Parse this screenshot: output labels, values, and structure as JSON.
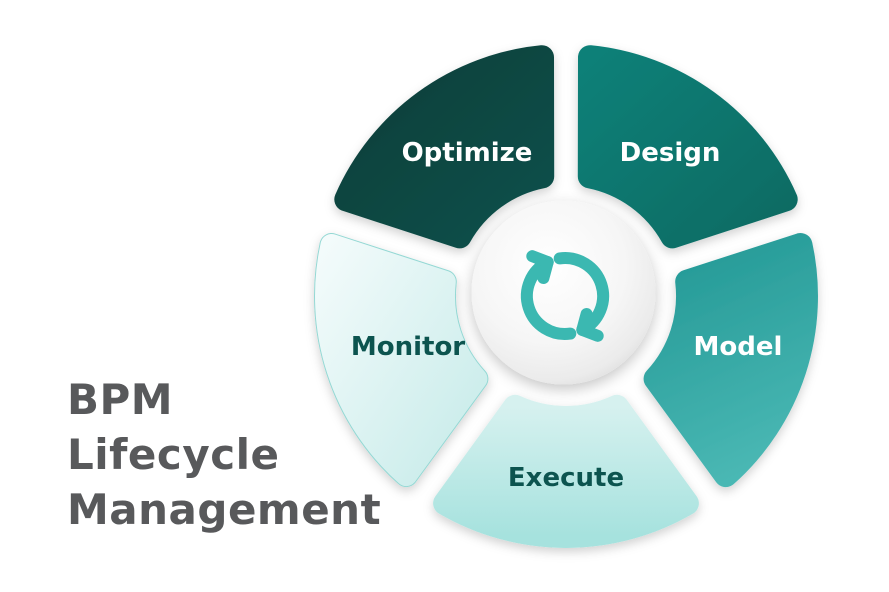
{
  "title": {
    "lines": [
      "BPM",
      "Lifecycle",
      "Management"
    ],
    "color": "#58595b"
  },
  "diagram": {
    "type": "cycle",
    "background": "#ffffff",
    "center_icon": "refresh-cycle",
    "icon_color": "#3bb8b1",
    "segments": [
      {
        "label": "Design",
        "position": "top-right",
        "color_start": "#0b8078",
        "color_end": "#086a62",
        "text_color": "#ffffff"
      },
      {
        "label": "Model",
        "position": "right",
        "color_start": "#259a97",
        "color_end": "#4ab8b4",
        "text_color": "#ffffff"
      },
      {
        "label": "Execute",
        "position": "bottom",
        "color_start": "#d6f1ef",
        "color_end": "#a6e2de",
        "text_color": "#0c544f"
      },
      {
        "label": "Monitor",
        "position": "left",
        "color_start": "#f3fbfb",
        "color_end": "#c6ebe9",
        "text_color": "#0c544f",
        "border_color": "#94d8d4"
      },
      {
        "label": "Optimize",
        "position": "top-left",
        "color_start": "#093d39",
        "color_end": "#0e514b",
        "text_color": "#ffffff"
      }
    ]
  }
}
